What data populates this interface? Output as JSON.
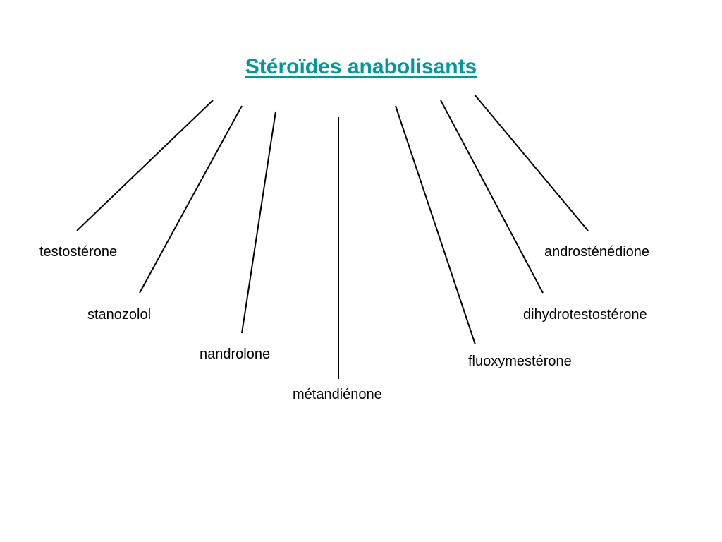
{
  "diagram": {
    "title": "Stéroïdes anabolisants",
    "title_color": "#009999",
    "line_color": "#000000",
    "branches": [
      {
        "id": "testosterone",
        "label": "testostérone"
      },
      {
        "id": "stanozolol",
        "label": "stanozolol"
      },
      {
        "id": "nandrolone",
        "label": "nandrolone"
      },
      {
        "id": "metandienone",
        "label": "métandiénone"
      },
      {
        "id": "fluoxymesterone",
        "label": "fluoxymestérone"
      },
      {
        "id": "dihydrotestosterone",
        "label": "dihydrotestostérone"
      },
      {
        "id": "androstenedione",
        "label": "androsténédione"
      }
    ]
  }
}
